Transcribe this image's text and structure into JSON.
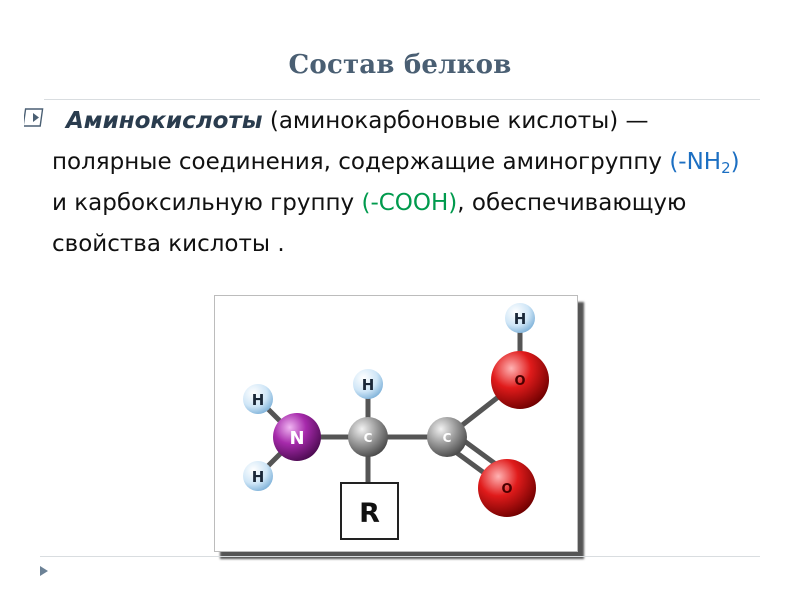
{
  "title": "Состав белков",
  "paragraph": {
    "term": "Аминокислоты",
    "text_1": " (аминокарбоновые кислоты) — полярные соединения, содержащие аминогруппу ",
    "amino_formula": "(-NH",
    "amino_subscript": "2",
    "amino_close": ")",
    "text_2": " и карбоксильную группу ",
    "carboxyl_formula": "(-COOH)",
    "text_3": ", обеспечивающую свойства кислоты ."
  },
  "diagram": {
    "atoms": {
      "h_top": "H",
      "h_left_upper": "H",
      "h_left_lower": "H",
      "h_alpha": "H",
      "nitrogen": "N",
      "carbon_alpha": "C",
      "carbon_carboxyl": "C",
      "oxygen_hydroxyl": "O",
      "oxygen_carbonyl": "O",
      "side_chain": "R"
    },
    "colors": {
      "hydrogen": "#cfe6f7",
      "nitrogen": "#8e1f93",
      "carbon": "#9a9a9a",
      "oxygen": "#d81b1b"
    }
  },
  "colors": {
    "title": "#4a5f73",
    "amino_formula": "#1c6fc2",
    "carboxyl_formula": "#009a4d"
  }
}
